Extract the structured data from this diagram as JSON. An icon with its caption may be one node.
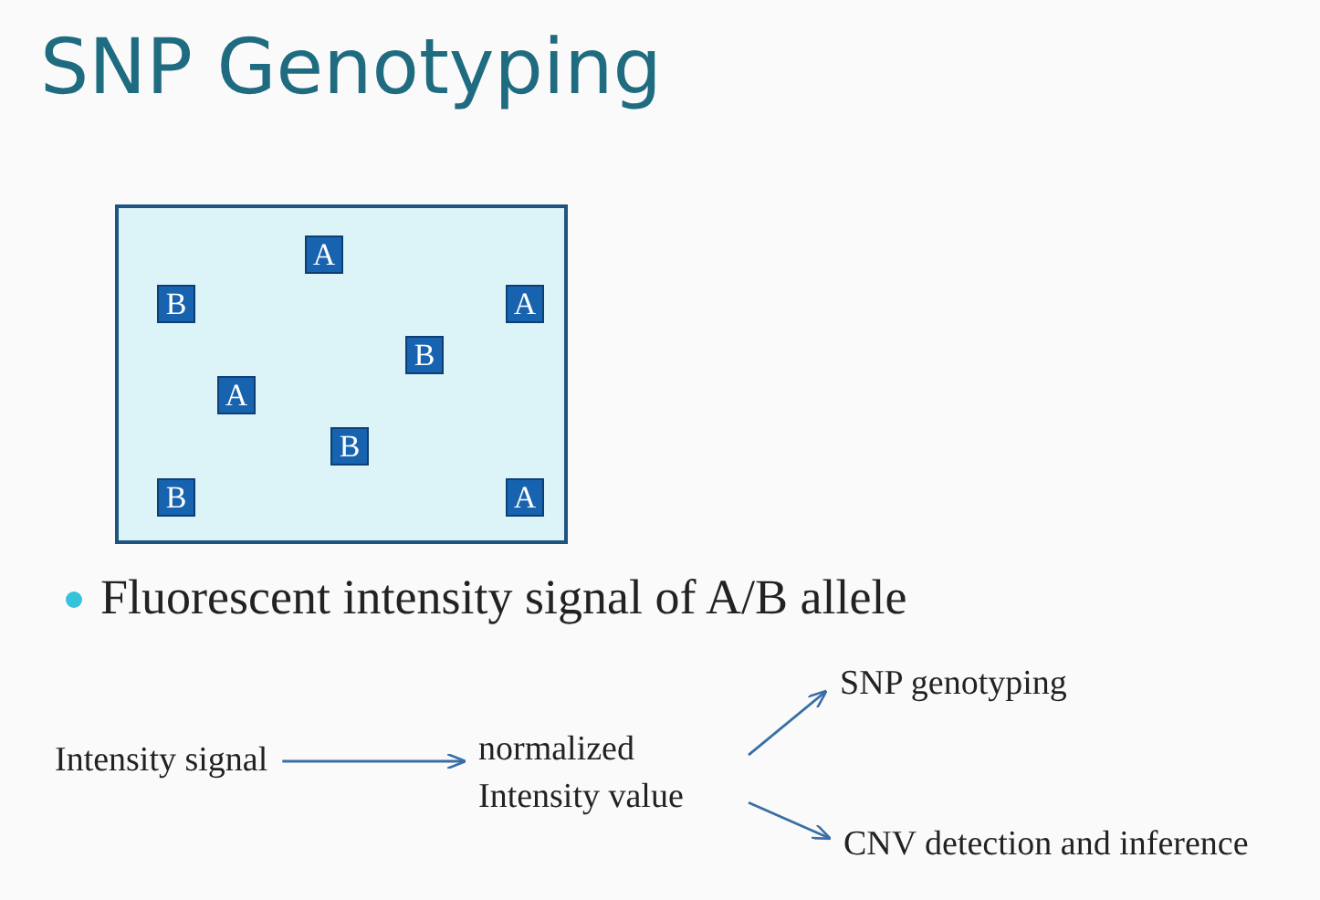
{
  "diagram": {
    "title": "SNP Genotyping",
    "nodes": [
      {
        "text": [],
        "shape": "box"
      },
      {
        "text": [
          "A"
        ],
        "in": 0
      },
      {
        "text": [
          "B"
        ],
        "in": 0
      },
      {
        "text": [
          "A"
        ],
        "in": 0
      },
      {
        "text": [
          "B"
        ],
        "in": 0
      },
      {
        "text": [
          "A"
        ],
        "in": 0
      },
      {
        "text": [
          "B"
        ],
        "in": 0
      },
      {
        "text": [
          "B"
        ],
        "in": 0
      },
      {
        "text": [
          "A"
        ],
        "in": 0
      },
      {
        "text": [
          "Intensity signal"
        ]
      },
      {
        "text": [
          "normalized Intensity value"
        ]
      },
      {
        "text": [
          "SNP genotyping"
        ]
      },
      {
        "text": [
          "CNV detection and inference"
        ]
      }
    ],
    "edges": [
      {
        "from": 9,
        "to": 10,
        "arrow": "to"
      },
      {
        "from": 10,
        "to": 11,
        "arrow": "to"
      },
      {
        "from": 10,
        "to": 12,
        "arrow": "to"
      }
    ],
    "labels": [
      "Fluorescent intensity signal of A/B allele"
    ]
  }
}
